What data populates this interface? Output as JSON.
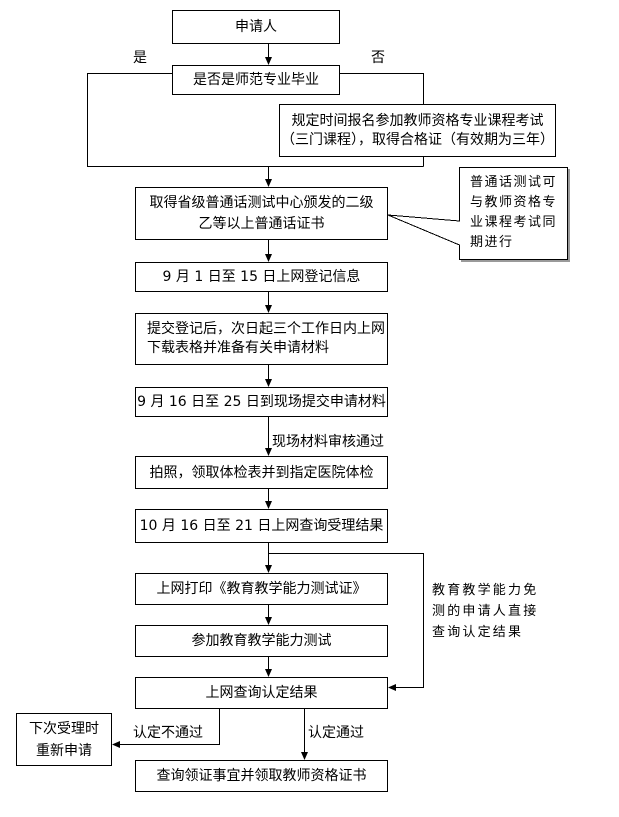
{
  "flowchart": {
    "nodes": {
      "applicant": "申请人",
      "decision": "是否是师范专业毕业",
      "exam": {
        "lines": [
          "规定时间报名参加教师资格专业课程考试",
          "（三门课程），取得合格证（有效期为三年）"
        ]
      },
      "mandarin_cert": {
        "lines": [
          "取得省级普通话测试中心颁发的二级",
          "乙等以上普通话证书"
        ]
      },
      "online_register": "9 月 1 日至 15 日上网登记信息",
      "download_forms": {
        "lines": [
          "提交登记后，次日起三个工作日内上网",
          "下载表格并准备有关申请材料"
        ]
      },
      "submit_materials": "9 月 16 日至 25 日到现场提交申请材料",
      "photo_checkup": "拍照，领取体检表并到指定医院体检",
      "check_acceptance": "10 月 16 日至 21 日上网查询受理结果",
      "print_test_card": "上网打印《教育教学能力测试证》",
      "take_test": "参加教育教学能力测试",
      "query_result": "上网查询认定结果",
      "reapply": {
        "lines": [
          "下次受理时",
          "重新申请"
        ]
      },
      "collect_certificate": "查询领证事宜并领取教师资格证书"
    },
    "edge_labels": {
      "yes": "是",
      "no": "否",
      "onsite_review_passed": "现场材料审核通过",
      "not_approved": "认定不通过",
      "approved": "认定通过"
    },
    "notes": {
      "mandarin_note": {
        "lines": [
          "普通话测试可",
          "与教师资格专",
          "业课程考试同",
          "期进行"
        ]
      },
      "exempt_note": {
        "lines": [
          "教育教学能力免",
          "测的申请人直接",
          "查询认定结果"
        ]
      }
    }
  }
}
